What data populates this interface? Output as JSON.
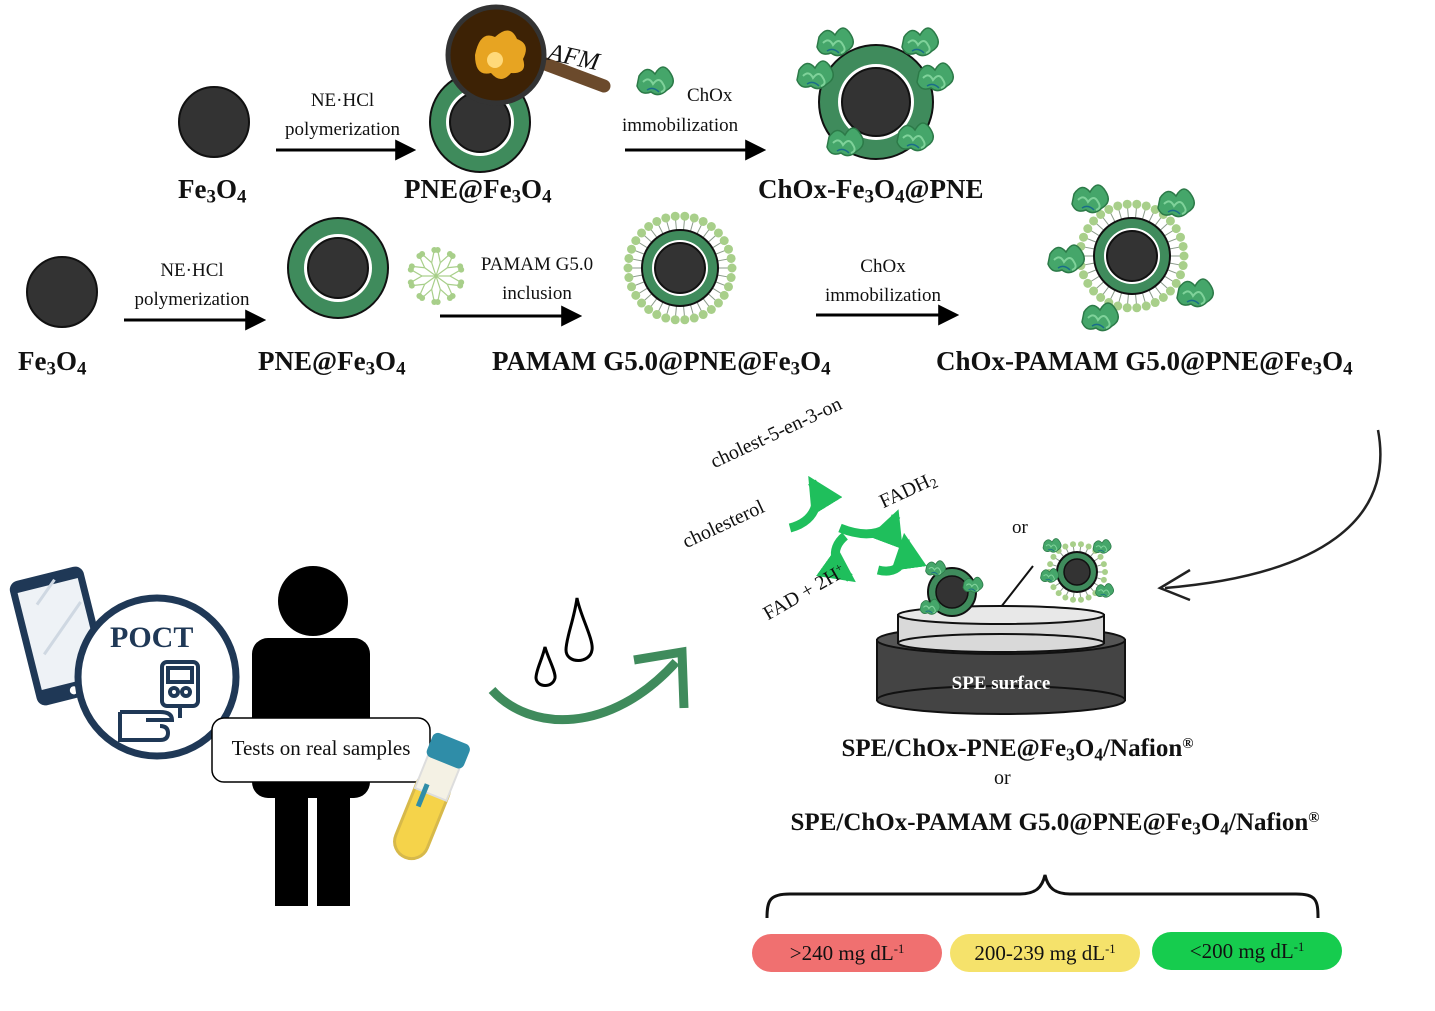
{
  "row1": {
    "start_name": "Fe3O4",
    "step1": {
      "line1": "NE·HCl",
      "line2": "polymerization"
    },
    "mid_name": "PNE@Fe3O4",
    "afm_label": "AFM",
    "step2": {
      "line1": "ChOx",
      "line2": "immobilization"
    },
    "end_name": "ChOx-Fe3O4@PNE"
  },
  "row2": {
    "start_name": "Fe3O4",
    "step1": {
      "line1": "NE·HCl",
      "line2": "polymerization"
    },
    "pne_name": "PNE@Fe3O4",
    "step2": {
      "line1": "PAMAM G5.0",
      "line2": "inclusion"
    },
    "pamam_name": "PAMAM G5.0@PNE@Fe3O4",
    "step3": {
      "line1": "ChOx",
      "line2": "immobilization"
    },
    "end_name": "ChOx-PAMAM G5.0@PNE@Fe3O4"
  },
  "reaction": {
    "product": "cholest-5-en-3-on",
    "substrate": "cholesterol",
    "fadh2": "FADH2",
    "fad": "FAD + 2H+",
    "or": "or"
  },
  "spe": {
    "surface_label": "SPE surface"
  },
  "electrodes": {
    "electrode1": "SPE/ChOx-PNE@Fe3O4/Nafion®",
    "or": "or",
    "electrode2": "SPE/ChOx-PAMAM G5.0@PNE@Fe3O4/Nafion®"
  },
  "poct": {
    "label": "POCT",
    "sign": "Tests on real samples"
  },
  "ranges": [
    {
      "text": ">240 mg dL-1",
      "color": "#f07070"
    },
    {
      "text": "200-239 mg dL-1",
      "color": "#f5e26b"
    },
    {
      "text": "<200 mg dL-1",
      "color": "#16cc4e"
    }
  ],
  "colors": {
    "shell": "#3f8b5c",
    "core": "#333333",
    "arrow_green": "#1fbf5c",
    "dendrimer": "#a8cf8a",
    "enzyme": "#45a66a"
  }
}
